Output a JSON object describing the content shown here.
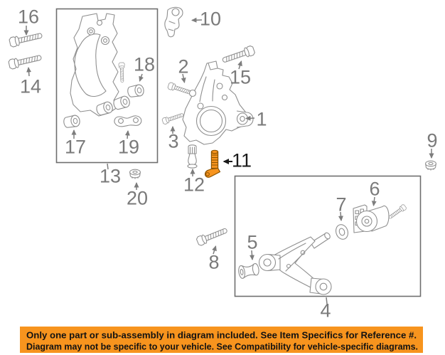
{
  "diagram": {
    "description": "Front suspension exploded parts diagram",
    "highlighted_part": "11",
    "labels": {
      "p1": "1",
      "p2": "2",
      "p3": "3",
      "p4": "4",
      "p5": "5",
      "p6": "6",
      "p7": "7",
      "p8": "8",
      "p9": "9",
      "p10": "10",
      "p11": "11",
      "p12": "12",
      "p13": "13",
      "p14": "14",
      "p15": "15",
      "p16": "16",
      "p17": "17",
      "p18": "18",
      "p19": "19",
      "p20": "20"
    }
  },
  "banner": {
    "line1": "Only one part or sub-assembly in diagram included. See Item Specifics for Reference #.",
    "line2": "Diagram may not be specific to your vehicle. See Compatibility for vehicle-specific diagrams."
  },
  "colors": {
    "banner_bg": "#f7941e",
    "banner_text": "#121212",
    "line_gray": "#8f8f8f",
    "label_gray": "#7a7a7a",
    "box_border": "#6e6e6e",
    "highlight_fill": "#f7941e",
    "highlight_stroke": "#8a5300",
    "highlight_label": "#1a1a1a"
  }
}
